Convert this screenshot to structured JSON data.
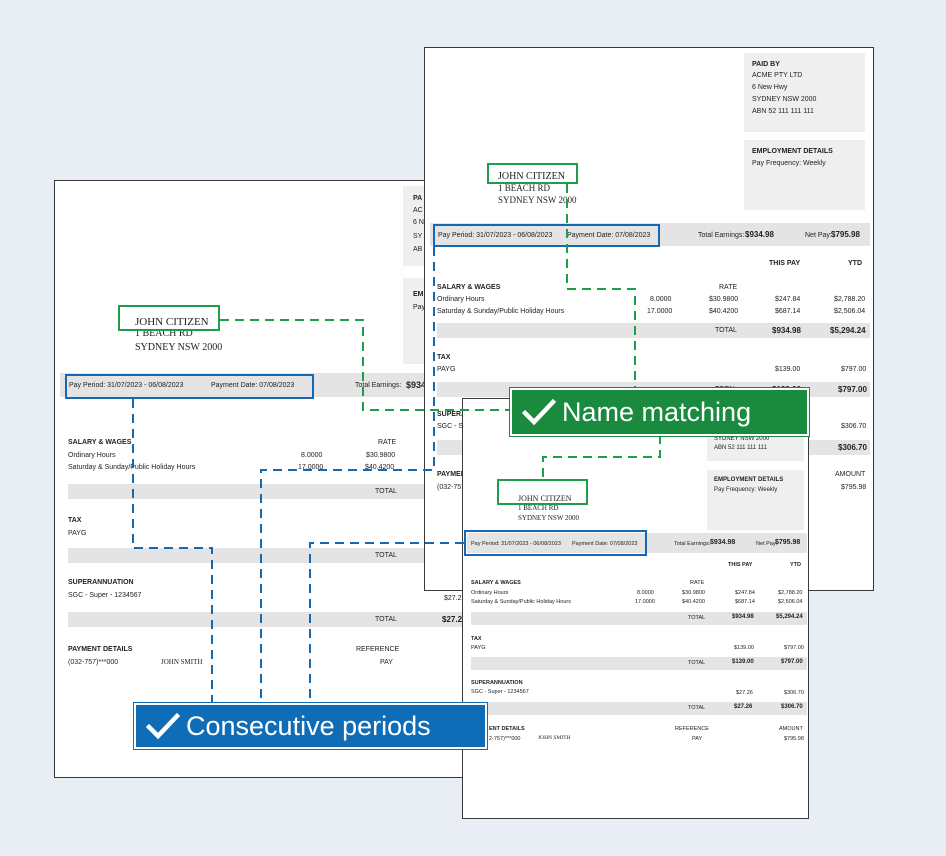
{
  "payee": {
    "name": "JOHN CITIZEN",
    "street": "1 BEACH RD",
    "city": "SYDNEY NSW 2000"
  },
  "payer": {
    "paid_by_label": "PAID BY",
    "company": "ACME PTY LTD",
    "street": "6 New Hwy",
    "city": "SYDNEY NSW 2000",
    "abn": "ABN 52 111 111 111",
    "ac_fragment": "AC",
    "six_fragment": "6 N",
    "sy_fragment": "SY",
    "ab_fragment": "AB",
    "pa_fragment": "PA"
  },
  "employment": {
    "heading": "EMPLOYMENT DETAILS",
    "frequency": "Pay Frequency: Weekly",
    "em_fragment": "EM",
    "pay_fragment": "Pay"
  },
  "period": {
    "pay_period": "Pay Period: 31/07/2023 - 06/08/2023",
    "payment_date": "Payment Date: 07/08/2023",
    "total_earnings_label": "Total Earnings:",
    "total_earnings_value": "$934.98",
    "total_earnings_fragment": "$934",
    "net_pay_label": "Net Pay:",
    "net_pay_value": "$795.98"
  },
  "columns": {
    "this_pay": "THIS PAY",
    "ytd": "YTD",
    "rate": "RATE"
  },
  "salary": {
    "heading": "SALARY & WAGES",
    "rows": [
      {
        "label": "Ordinary Hours",
        "qty": "8.0000",
        "rate": "$30.9800",
        "this_pay": "$247.84",
        "ytd": "$2,788.20"
      },
      {
        "label": "Saturday & Sunday/Public Holiday Hours",
        "qty": "17.0000",
        "rate": "$40.4200",
        "this_pay": "$687.14",
        "ytd": "$2,506.04"
      }
    ],
    "total_label": "TOTAL",
    "total_this_pay": "$934.98",
    "total_ytd": "$5,294.24"
  },
  "tax": {
    "heading": "TAX",
    "row_label": "PAYG",
    "this_pay": "$139.00",
    "ytd": "$797.00",
    "total_label": "TOTAL",
    "total_this_pay": "$139.00",
    "total_ytd": "$797.00"
  },
  "super": {
    "heading": "SUPERANNUATION",
    "row_label": "SGC - Super - 1234567",
    "this_pay": "$27.26",
    "ytd": "$306.70",
    "total_label": "TOTAL",
    "total_this_pay": "$27.26",
    "total_ytd": "$306.70",
    "sgc_fragment": "SGC - Su",
    "supera_fragment": "SUPERA",
    "this_pay_fragment": "$27.2",
    "total_fragment": "$27.2",
    "total_cut_fragment": "TOTAL"
  },
  "payment": {
    "heading": "PAYMENT DETAILS",
    "heading_fragment": "ENT DETAILS",
    "account": "(032-757)***000",
    "account_fragment": "2-757)***000",
    "account_fragment_b": "(032-757",
    "payment_fragment": "PAYMEN",
    "name": "JOHN SMITH",
    "reference_label": "REFERENCE",
    "amount_label": "AMOUNT",
    "reference": "PAY",
    "amount": "$795.98"
  },
  "badges": {
    "name_matching": "Name matching",
    "consecutive_periods": "Consecutive periods"
  }
}
